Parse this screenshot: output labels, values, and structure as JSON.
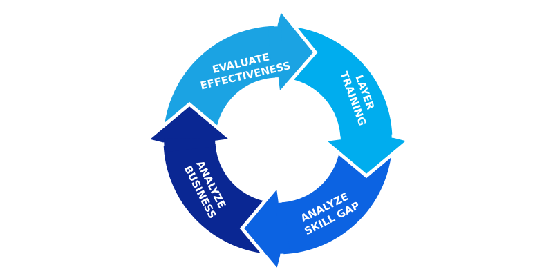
{
  "diagram": {
    "type": "cycle",
    "steps": [
      {
        "id": "evaluate",
        "lines": [
          "EVALUATE",
          "EFFECTIVENESS"
        ],
        "color": "#1ba3e3"
      },
      {
        "id": "layer",
        "lines": [
          "LAYER",
          "TRAINING"
        ],
        "color": "#00adee"
      },
      {
        "id": "skill",
        "lines": [
          "ANALYZE",
          "SKILL GAP"
        ],
        "color": "#0c63e2"
      },
      {
        "id": "business",
        "lines": [
          "ANALYZE",
          "BUSINESS"
        ],
        "color": "#0a2793"
      }
    ]
  }
}
